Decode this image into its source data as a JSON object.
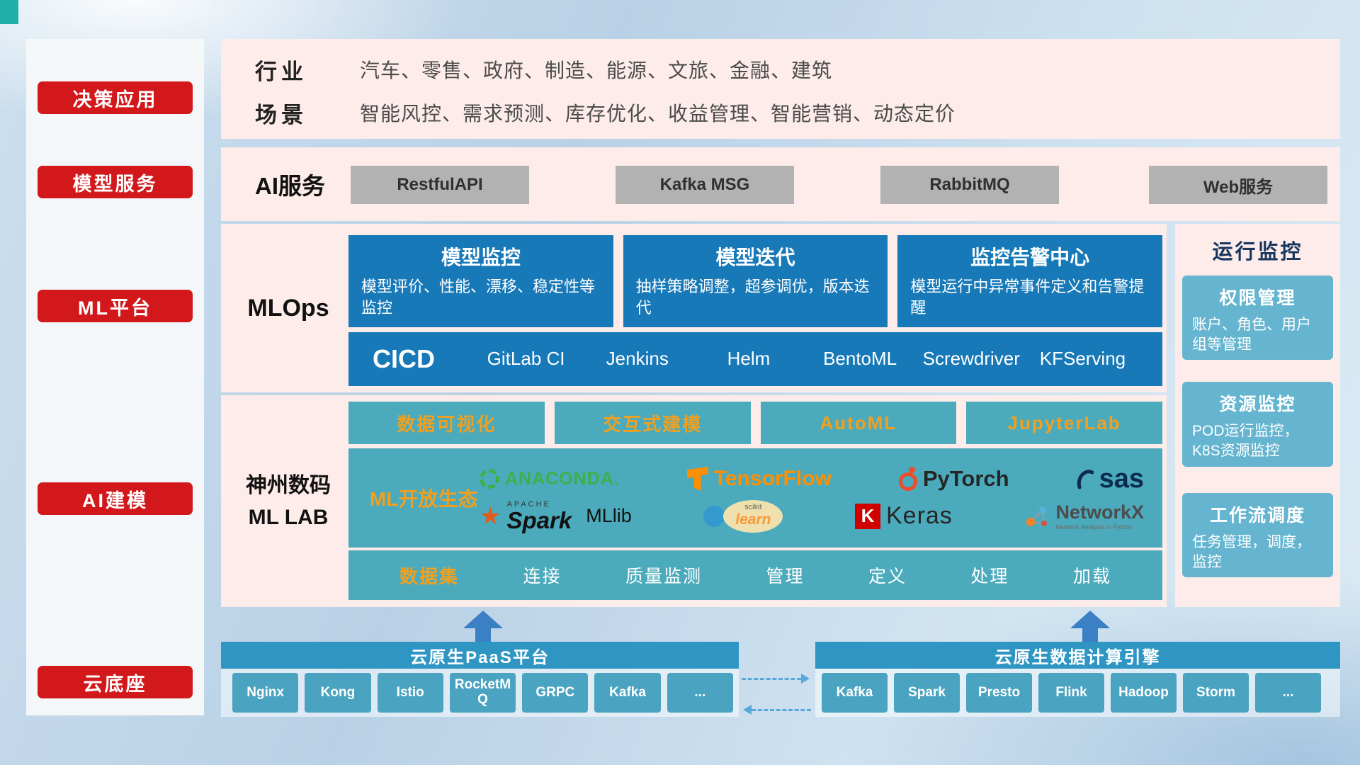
{
  "sidebar": {
    "items": [
      {
        "label": "决策应用"
      },
      {
        "label": "模型服务"
      },
      {
        "label": "ML平台"
      },
      {
        "label": "AI建模"
      },
      {
        "label": "云底座"
      }
    ]
  },
  "top": {
    "industry_label": "行业",
    "industry_value": "汽车、零售、政府、制造、能源、文旅、金融、建筑",
    "scene_label": "场景",
    "scene_value": "智能风控、需求预测、库存优化、收益管理、智能营销、动态定价"
  },
  "ai_services": {
    "label": "AI服务",
    "items": [
      "RestfulAPI",
      "Kafka MSG",
      "RabbitMQ",
      "Web服务"
    ]
  },
  "mlops": {
    "label": "MLOps",
    "cards": [
      {
        "title": "模型监控",
        "desc": "模型评价、性能、漂移、稳定性等监控"
      },
      {
        "title": "模型迭代",
        "desc": "抽样策略调整，超参调优，版本迭代"
      },
      {
        "title": "监控告警中心",
        "desc": "模型运行中异常事件定义和告警提醒"
      }
    ],
    "cicd_label": "CICD",
    "cicd_items": [
      "GitLab CI",
      "Jenkins",
      "Helm",
      "BentoML",
      "Screwdriver",
      "KFServing"
    ]
  },
  "monitoring": {
    "title": "运行监控",
    "cards": [
      {
        "title": "权限管理",
        "desc": "账户、角色、用户组等管理"
      },
      {
        "title": "资源监控",
        "desc": "POD运行监控，K8S资源监控"
      },
      {
        "title": "工作流调度",
        "desc": "任务管理，调度，监控"
      }
    ]
  },
  "mllab": {
    "label_line1": "神州数码",
    "label_line2": "ML LAB",
    "tools": [
      "数据可视化",
      "交互式建模",
      "AutoML",
      "JupyterLab"
    ],
    "ecosystem_label": "ML开放生态",
    "logos": {
      "anaconda": "ANACONDA.",
      "tensorflow": "TensorFlow",
      "pytorch": "PyTorch",
      "sas": "sas",
      "spark_small": "APACHE",
      "spark": "Spark",
      "mllib": "MLlib",
      "sklearn_small": "scikit",
      "sklearn": "learn",
      "keras_k": "K",
      "keras": "Keras",
      "networkx": "NetworkX",
      "networkx_tag": "Network Analysis in Python"
    },
    "dataset_label": "数据集",
    "dataset_items": [
      "连接",
      "质量监测",
      "管理",
      "定义",
      "处理",
      "加载"
    ]
  },
  "cloud": {
    "paas_title": "云原生PaaS平台",
    "paas_items": [
      "Nginx",
      "Kong",
      "Istio",
      "RocketMQ",
      "GRPC",
      "Kafka",
      "..."
    ],
    "engine_title": "云原生数据计算引擎",
    "engine_items": [
      "Kafka",
      "Spark",
      "Presto",
      "Flink",
      "Hadoop",
      "Storm",
      "..."
    ]
  },
  "colors": {
    "accent_red": "#d2181b",
    "panel_pink": "#fdecea",
    "card_blue": "#1779b8",
    "teal": "#4babbc",
    "light_blue_card": "#65b5d0",
    "bar_blue": "#2f96c4",
    "chip_blue": "#4aa3c1",
    "orange": "#f0a020"
  }
}
